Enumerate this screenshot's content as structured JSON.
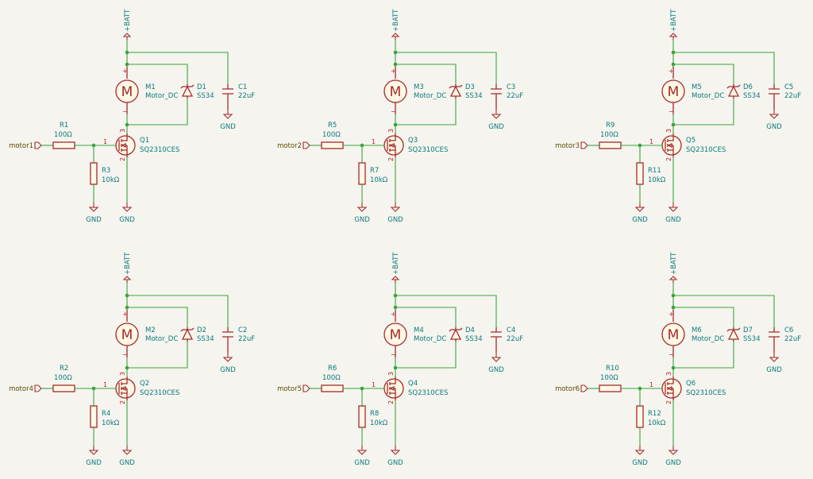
{
  "schematic": {
    "blocks": [
      {
        "id": "b1",
        "input": "motor1",
        "rgate": "R1",
        "rgate_val": "100Ω",
        "rpull": "R3",
        "rpull_val": "10kΩ",
        "mosfet": "Q1",
        "mosfet_val": "SQ2310CES",
        "motor": "M1",
        "motor_val": "Motor_DC",
        "diode": "D1",
        "diode_val": "SS34",
        "cap": "C1",
        "cap_val": "22uF"
      },
      {
        "id": "b2",
        "input": "motor2",
        "rgate": "R5",
        "rgate_val": "100Ω",
        "rpull": "R7",
        "rpull_val": "10kΩ",
        "mosfet": "Q3",
        "mosfet_val": "SQ2310CES",
        "motor": "M3",
        "motor_val": "Motor_DC",
        "diode": "D3",
        "diode_val": "SS34",
        "cap": "C3",
        "cap_val": "22uF"
      },
      {
        "id": "b3",
        "input": "motor3",
        "rgate": "R9",
        "rgate_val": "100Ω",
        "rpull": "R11",
        "rpull_val": "10kΩ",
        "mosfet": "Q5",
        "mosfet_val": "SQ2310CES",
        "motor": "M5",
        "motor_val": "Motor_DC",
        "diode": "D6",
        "diode_val": "SS34",
        "cap": "C5",
        "cap_val": "22uF"
      },
      {
        "id": "b4",
        "input": "motor4",
        "rgate": "R2",
        "rgate_val": "100Ω",
        "rpull": "R4",
        "rpull_val": "10kΩ",
        "mosfet": "Q2",
        "mosfet_val": "SQ2310CES",
        "motor": "M2",
        "motor_val": "Motor_DC",
        "diode": "D2",
        "diode_val": "SS34",
        "cap": "C2",
        "cap_val": "22uF"
      },
      {
        "id": "b5",
        "input": "motor5",
        "rgate": "R6",
        "rgate_val": "100Ω",
        "rpull": "R8",
        "rpull_val": "10kΩ",
        "mosfet": "Q4",
        "mosfet_val": "SQ2310CES",
        "motor": "M4",
        "motor_val": "Motor_DC",
        "diode": "D4",
        "diode_val": "SS34",
        "cap": "C4",
        "cap_val": "22uF"
      },
      {
        "id": "b6",
        "input": "motor6",
        "rgate": "R10",
        "rgate_val": "100Ω",
        "rpull": "R12",
        "rpull_val": "10kΩ",
        "mosfet": "Q6",
        "mosfet_val": "SQ2310CES",
        "motor": "M6",
        "motor_val": "Motor_DC",
        "diode": "D7",
        "diode_val": "SS34",
        "cap": "C6",
        "cap_val": "22uF"
      }
    ],
    "power_label": "+BATT",
    "ground_label": "GND",
    "motor_glyph": "M",
    "gate_pin": "1",
    "source_pin": "2",
    "drain_pin": "3",
    "motor_pin_plus": "+",
    "motor_pin_minus": "−",
    "colors": {
      "wire": "#3aa53a",
      "symbol": "#a52a2a",
      "text": "#0a7a7a",
      "background": "#f5f4ef"
    }
  }
}
